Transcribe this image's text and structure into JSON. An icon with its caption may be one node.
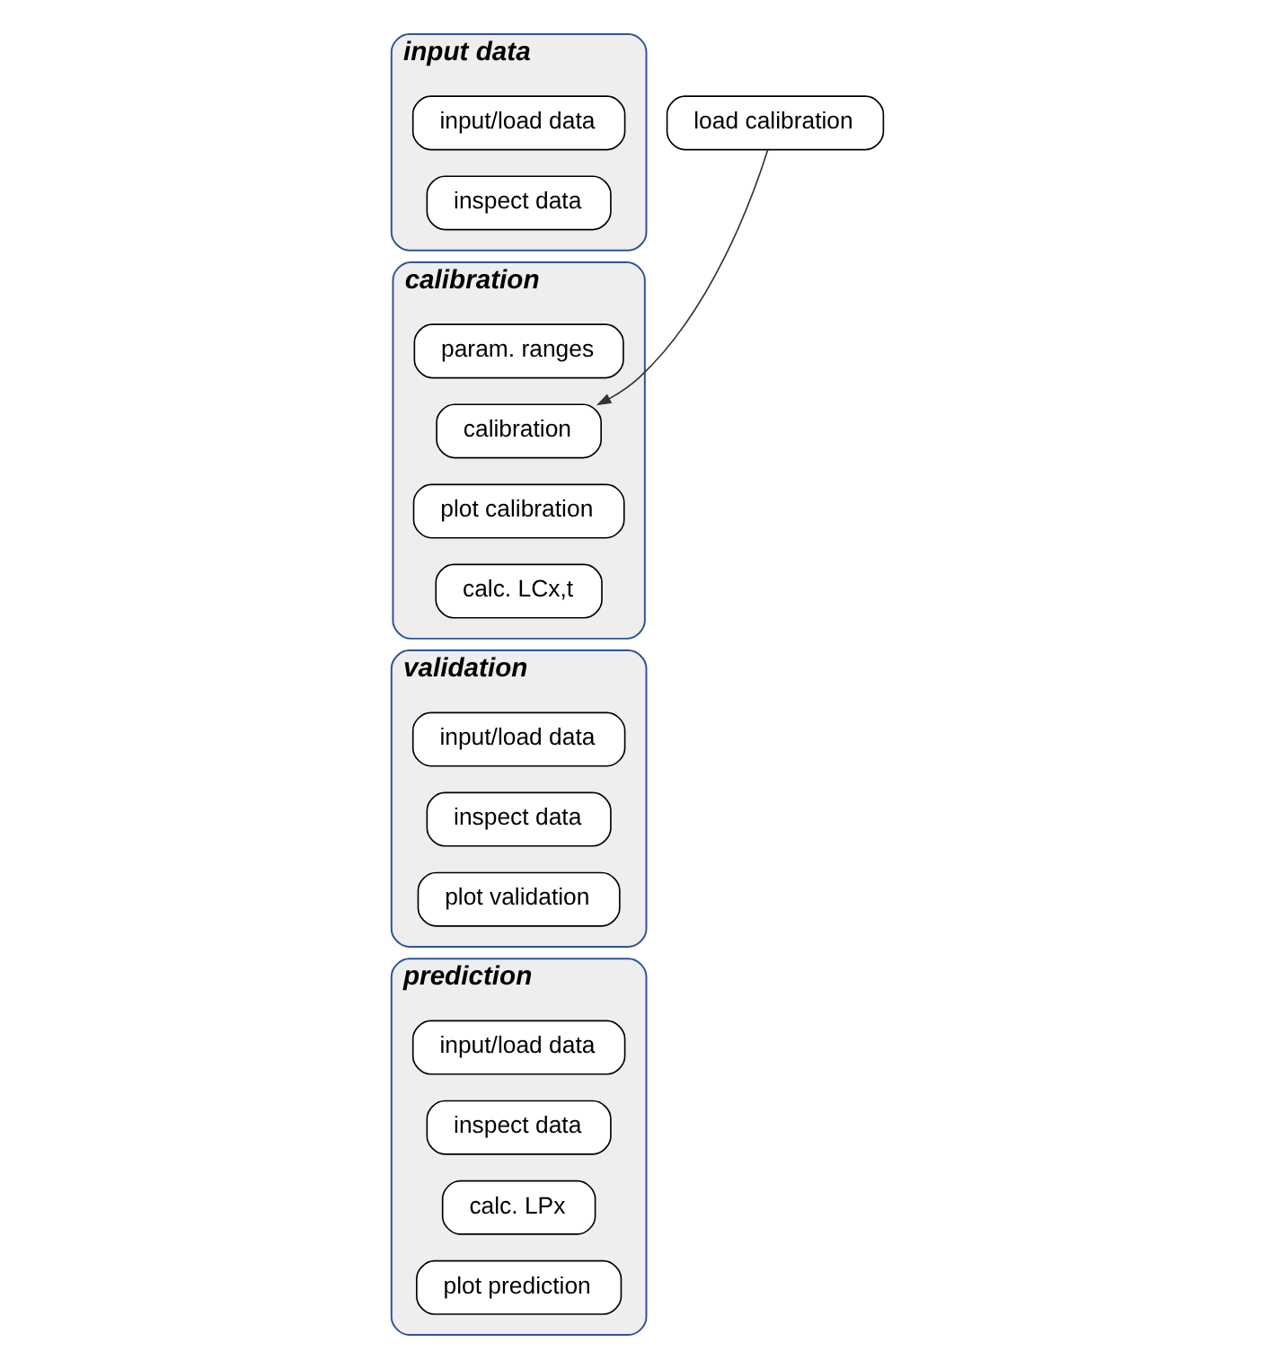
{
  "diagram": {
    "nodes": [
      {
        "text": [
          "input data"
        ]
      },
      {
        "text": [
          "input/load data"
        ],
        "in": 0
      },
      {
        "text": [
          "inspect data"
        ],
        "in": 0
      },
      {
        "text": [
          "load calibration"
        ]
      },
      {
        "text": [
          "calibration"
        ]
      },
      {
        "text": [
          "param. ranges"
        ],
        "in": 4
      },
      {
        "text": [
          "calibration"
        ],
        "in": 4
      },
      {
        "text": [
          "plot calibration"
        ],
        "in": 4
      },
      {
        "text": [
          "calc. LCx,t"
        ],
        "in": 4
      },
      {
        "text": [
          "validation"
        ]
      },
      {
        "text": [
          "input/load data"
        ],
        "in": 9
      },
      {
        "text": [
          "inspect data"
        ],
        "in": 9
      },
      {
        "text": [
          "plot validation"
        ],
        "in": 9
      },
      {
        "text": [
          "prediction"
        ]
      },
      {
        "text": [
          "input/load data"
        ],
        "in": 13
      },
      {
        "text": [
          "inspect data"
        ],
        "in": 13
      },
      {
        "text": [
          "calc. LPx"
        ],
        "in": 13
      },
      {
        "text": [
          "plot prediction"
        ],
        "in": 13
      }
    ],
    "edges": [
      {
        "from": 3,
        "to": 6,
        "arrow": "to"
      }
    ]
  }
}
